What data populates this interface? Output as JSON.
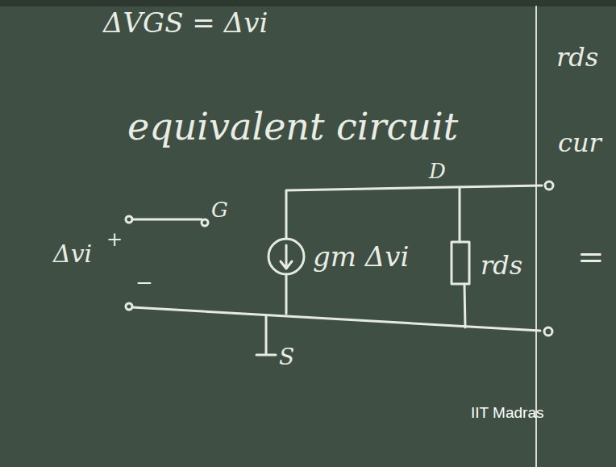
{
  "diagram": {
    "labels": [
      "ΔVGS = Δvi",
      "equivalent circuit",
      "G",
      "Δvi",
      "+",
      "−",
      "gm Δvi",
      "rds",
      "D",
      "S",
      "rds",
      "cur",
      "=",
      "IIT Madras"
    ]
  }
}
